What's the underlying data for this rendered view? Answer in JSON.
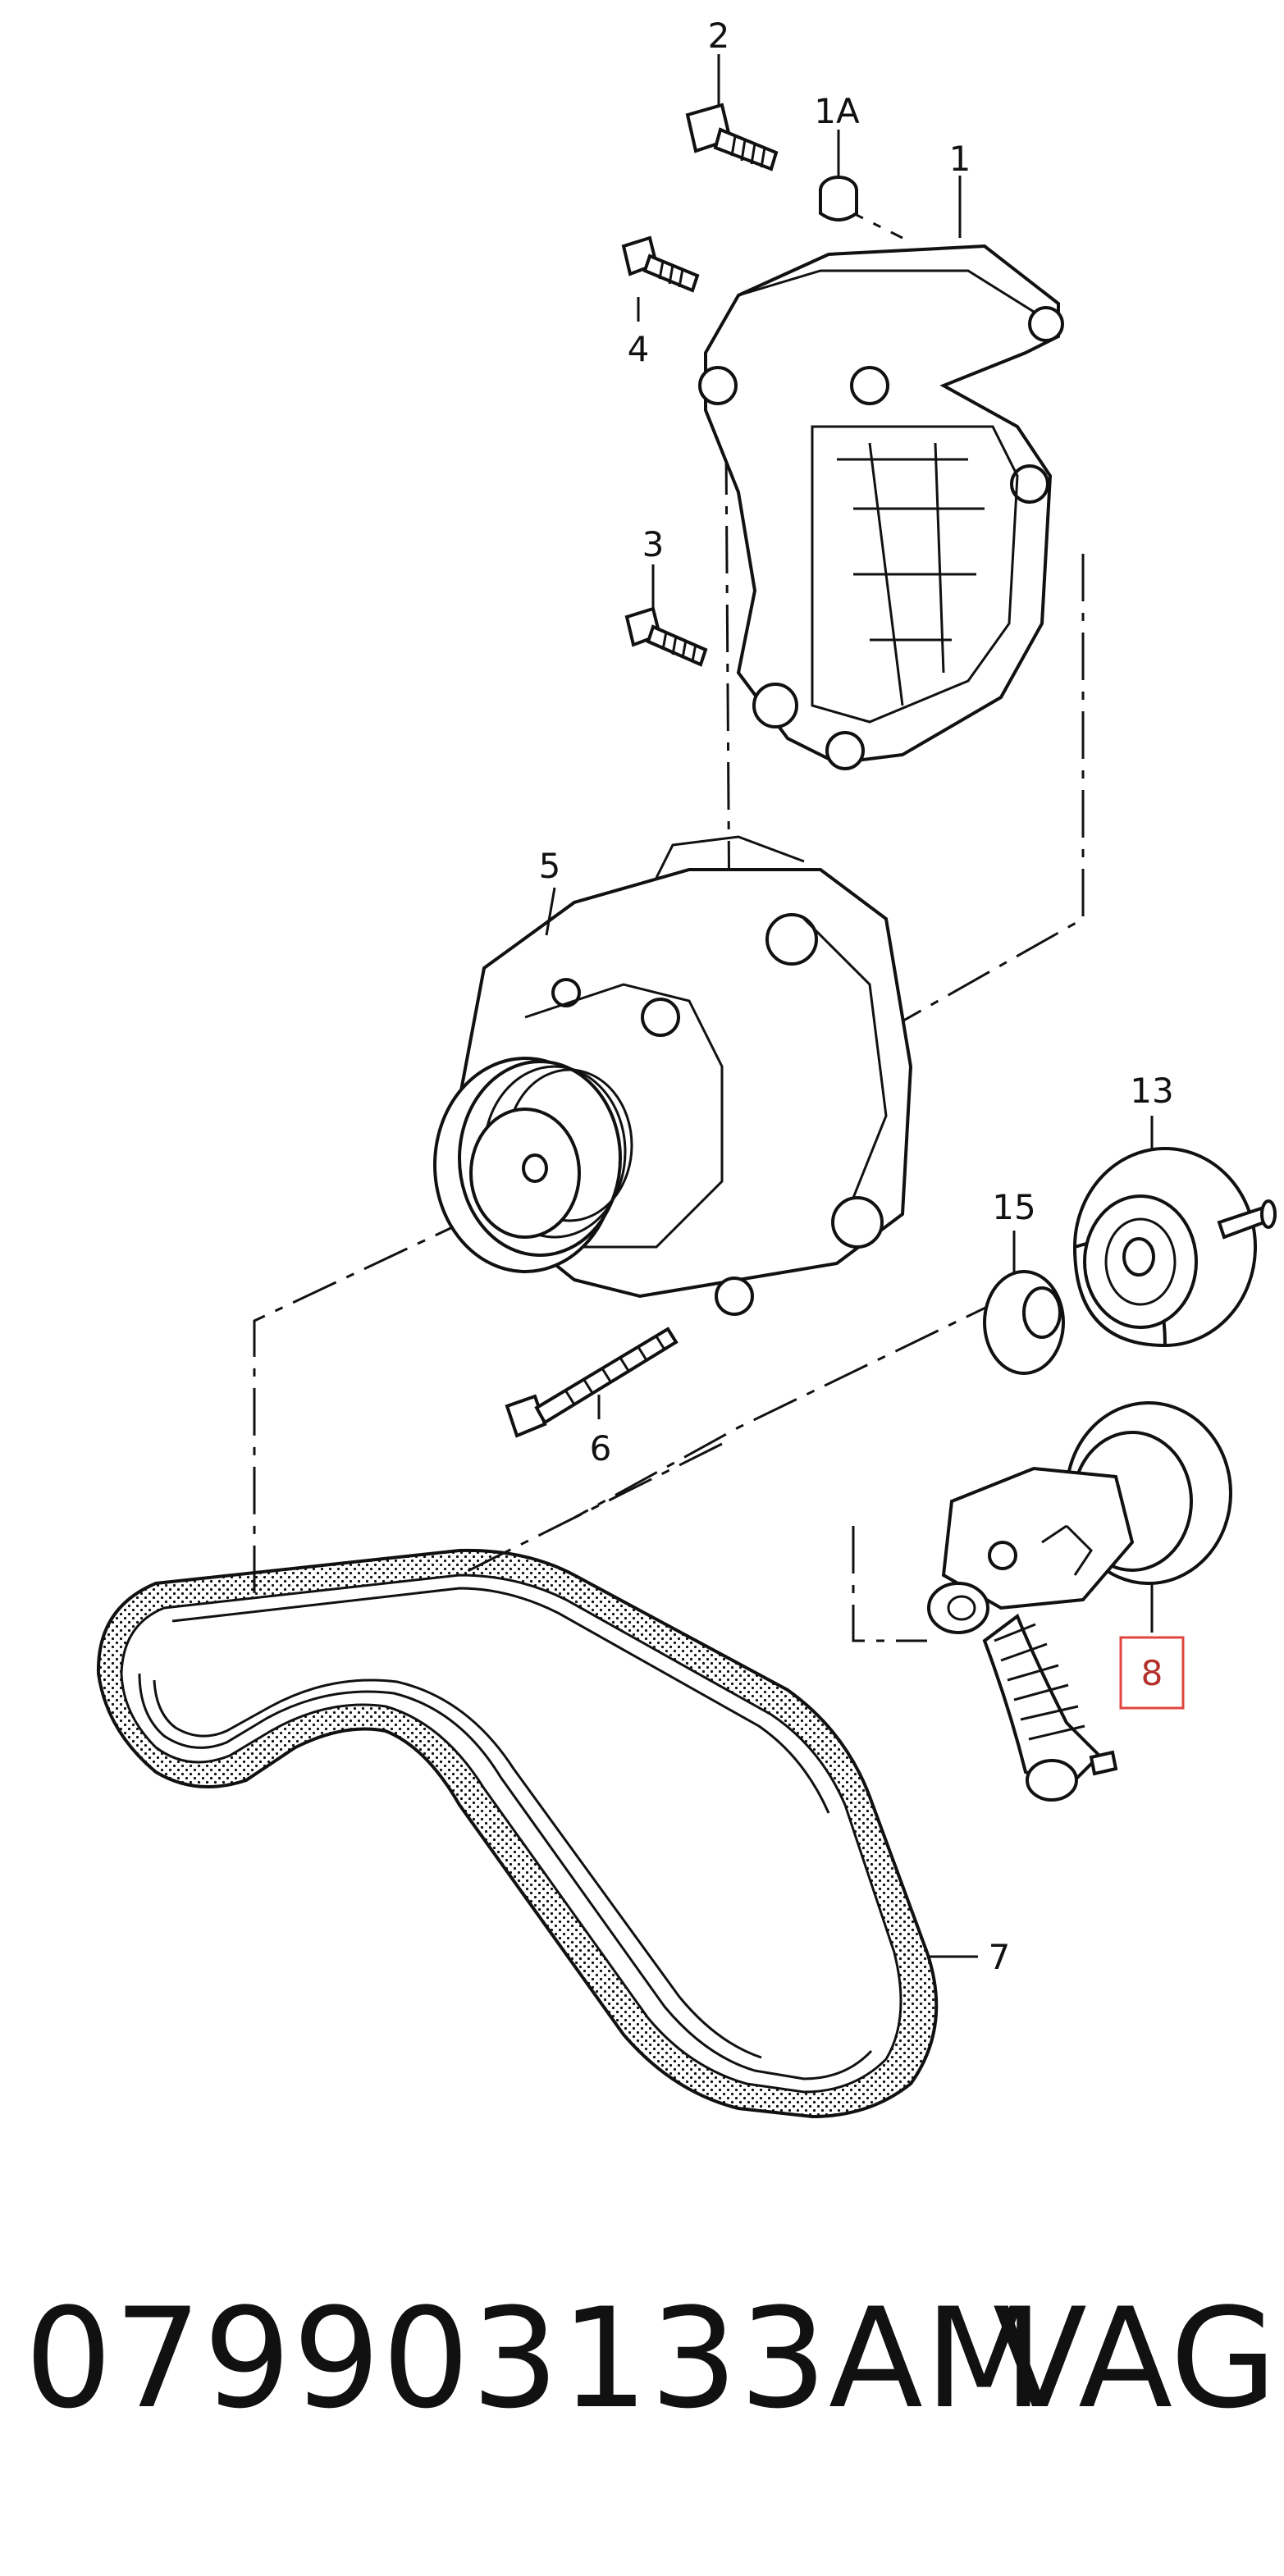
{
  "callouts": {
    "c1": "1",
    "c1a": "1A",
    "c2": "2",
    "c3": "3",
    "c4": "4",
    "c5": "5",
    "c6": "6",
    "c7": "7",
    "c8": "8",
    "c13": "13",
    "c15": "15"
  },
  "highlight": {
    "callout": "8",
    "color": "#e0453f"
  },
  "footer": {
    "part_number": "079903133AM",
    "brand": "VAG"
  }
}
